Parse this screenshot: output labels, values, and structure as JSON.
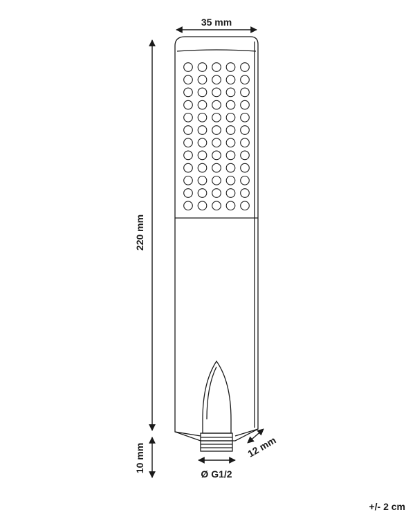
{
  "dimensions": {
    "width": "35 mm",
    "length": "220 mm",
    "connector_length": "10 mm",
    "depth": "12 mm",
    "thread": "Ø G1/2"
  },
  "tolerance": "+/- 2 cm",
  "nozzle_grid": {
    "columns": 5,
    "rows": 12
  }
}
